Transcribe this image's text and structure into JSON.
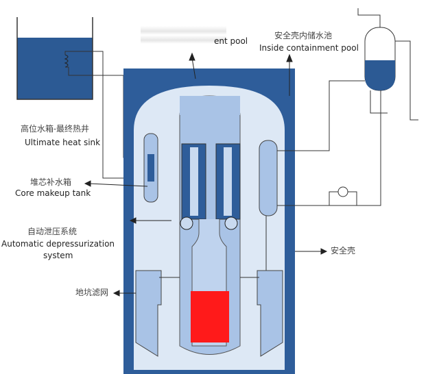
{
  "labels": {
    "top_pool_partial": "ent pool",
    "inside_pool_zh": "安全壳内储水池",
    "inside_pool_en": "Inside containment pool",
    "heat_sink_zh": "高位水箱-最终热井",
    "heat_sink_en": "Ultimate heat sink",
    "cmt_zh": "堆芯补水箱",
    "cmt_en": "Core makeup tank",
    "ads_zh": "自动泄压系统",
    "ads_en1": "Automatic depressurization",
    "ads_en2": "system",
    "sump_zh": "地坑滤网",
    "containment_zh": "安全壳"
  },
  "colors": {
    "containment": "#2e5d9a",
    "water": "#2c5a94",
    "inner": "#dde8f5",
    "vessel": "#a9c3e6",
    "core": "#ff1a1a"
  }
}
